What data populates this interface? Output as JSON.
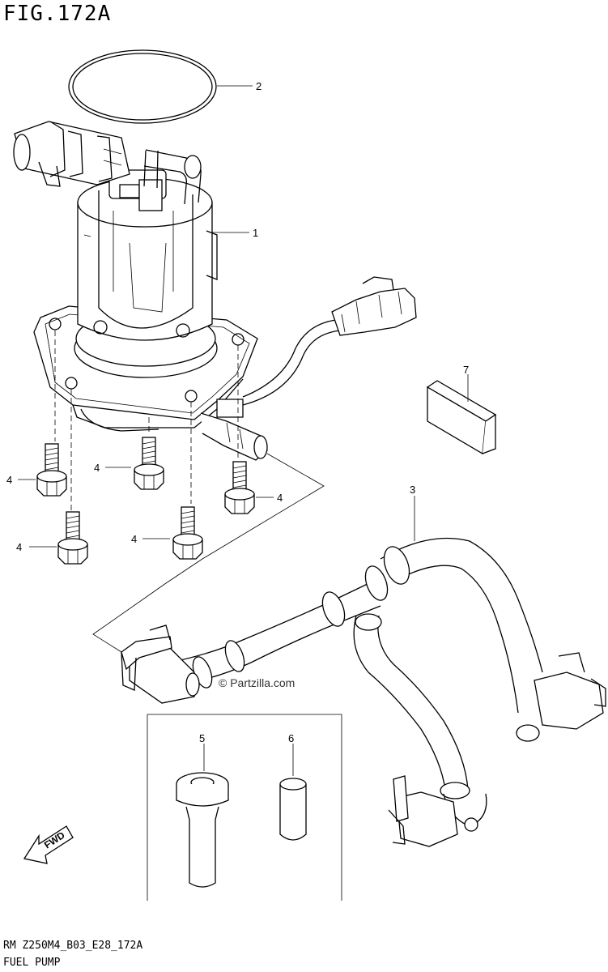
{
  "figure": {
    "title": "FIG.172A",
    "code": "RM Z250M4_B03_E28_172A",
    "name": "FUEL PUMP"
  },
  "callouts": {
    "c1": "1",
    "c2": "2",
    "c3": "3",
    "c4a": "4",
    "c4b": "4",
    "c4c": "4",
    "c4d": "4",
    "c4e": "4",
    "c5": "5",
    "c6": "6",
    "c7": "7"
  },
  "watermark": "© Partzilla.com",
  "fwd": "FWD"
}
